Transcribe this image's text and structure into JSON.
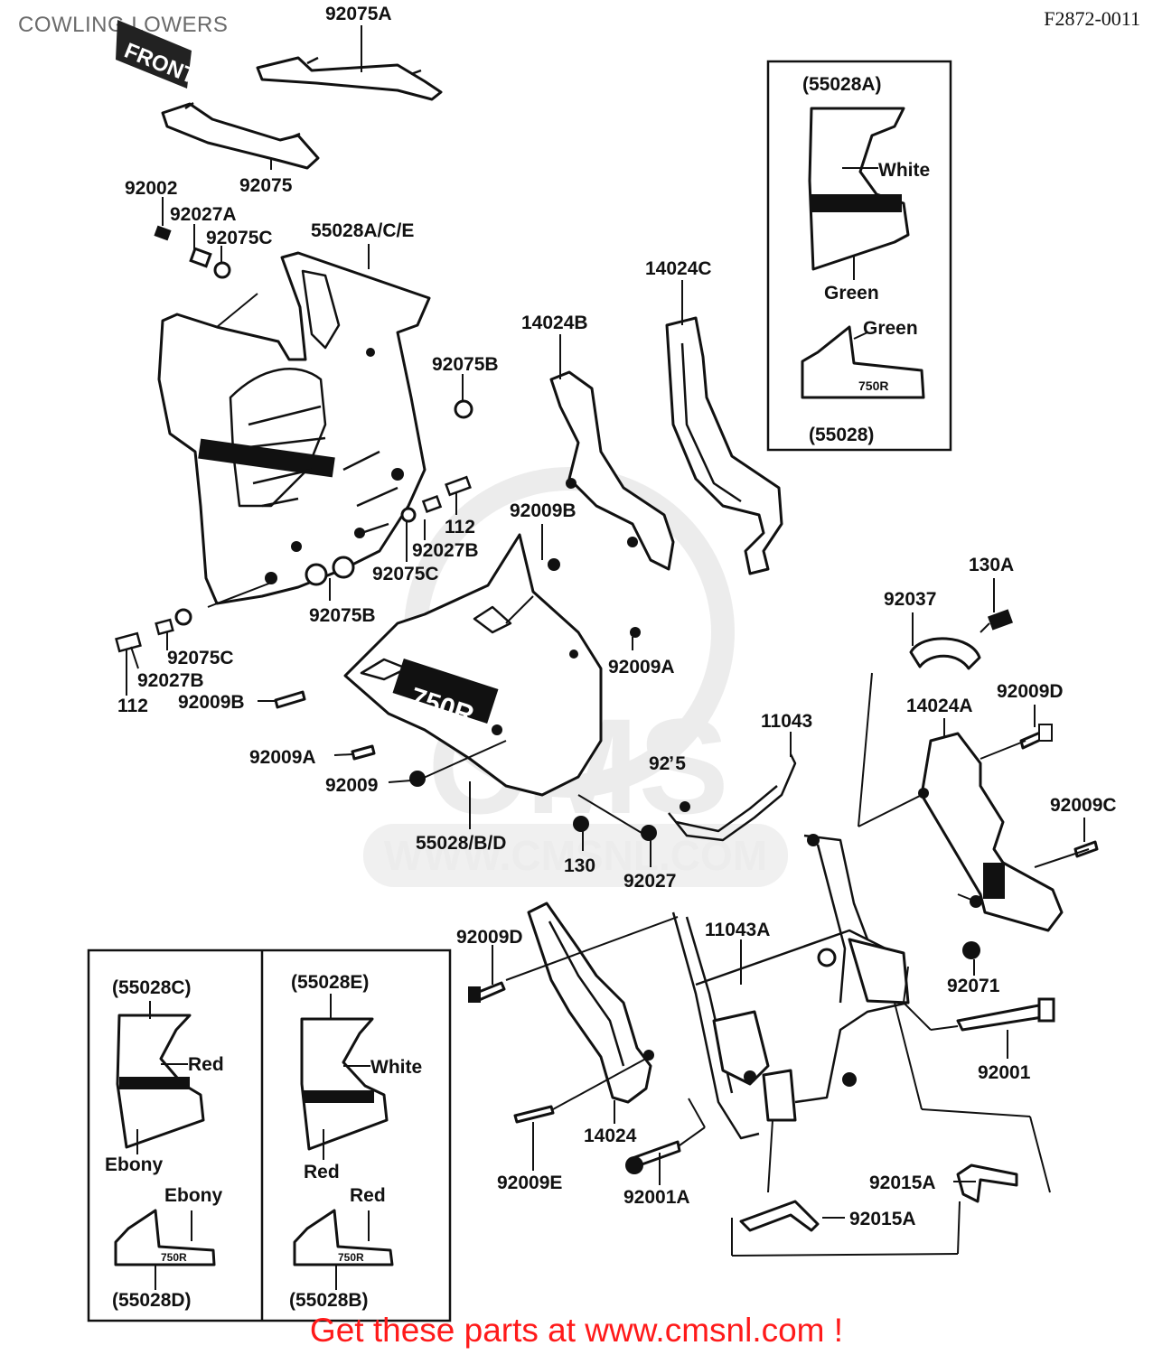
{
  "header": {
    "title": "COWLING LOWERS",
    "code": "F2872-0011"
  },
  "footer": {
    "text": "Get these parts at www.cmsnl.com !"
  },
  "watermark": {
    "text": "WWW.CMSNL.COM",
    "logo": "CMS"
  },
  "stickers": {
    "front": "FRONT",
    "model": "750R"
  },
  "parts": {
    "p92075A": "92075A",
    "p92075": "92075",
    "p92002": "92002",
    "p92027A": "92027A",
    "p92075C_top": "92075C",
    "p55028ACE": "55028A/C/E",
    "p92075B_top": "92075B",
    "p112_top": "112",
    "p92027B_top": "92027B",
    "p92075C_mid": "92075C",
    "p92075B_mid": "92075B",
    "p92075C_low": "92075C",
    "p92027B_low": "92027B",
    "p112_low": "112",
    "p92009B_left": "92009B",
    "p92009B_mid": "92009B",
    "p14024B": "14024B",
    "p14024C": "14024C",
    "p92009A_mid": "92009A",
    "p92009A_left": "92009A",
    "p92009": "92009",
    "p55028BD": "55028/B/D",
    "p130": "130",
    "p92027": "92027",
    "p92015_partial": "92̕ 5",
    "p11043": "11043",
    "p92037": "92037",
    "p130A": "130A",
    "p14024A": "14024A",
    "p92009D_right": "92009D",
    "p92009C": "92009C",
    "p11043A": "11043A",
    "p92009D_left": "92009D",
    "p92071": "92071",
    "p92001": "92001",
    "p14024": "14024",
    "p92009E": "92009E",
    "p92001A": "92001A",
    "p92015A_right": "92015A",
    "p92015A_low": "92015A"
  },
  "variant_boxes": {
    "top_right": {
      "upper_code": "(55028A)",
      "upper_color_1": "White",
      "upper_color_2": "Green",
      "lower_color": "Green",
      "lower_code": "(55028)"
    },
    "bottom_left": {
      "upper_code": "(55028C)",
      "upper_color_1": "Red",
      "upper_color_2": "Ebony",
      "lower_color": "Ebony",
      "lower_code": "(55028D)"
    },
    "bottom_mid": {
      "upper_code": "(55028E)",
      "upper_color_1": "White",
      "upper_color_2": "Red",
      "lower_color": "Red",
      "lower_code": "(55028B)"
    }
  }
}
